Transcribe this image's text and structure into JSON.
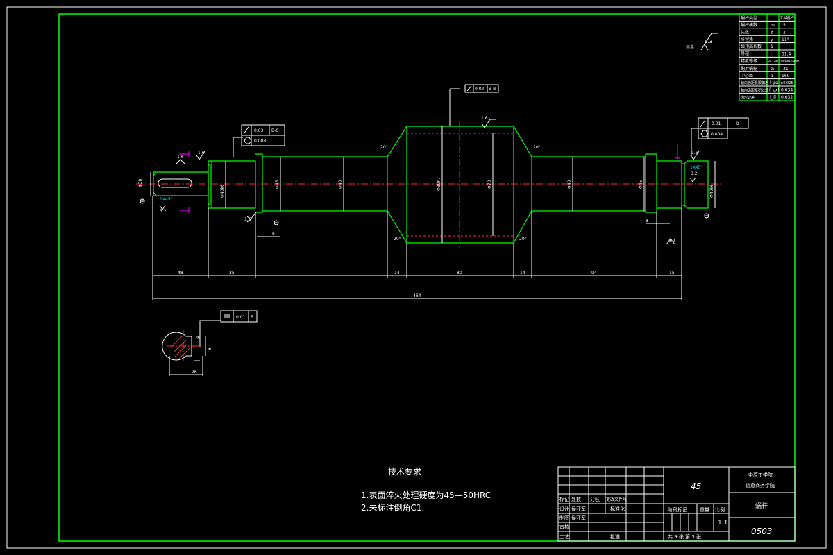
{
  "drawing": {
    "material": "45",
    "part_name": "蜗杆",
    "drawing_number": "0503",
    "school_line1": "中原工学院",
    "school_line2": "信息商务学院",
    "scale_value": "1:1",
    "sheets_label": "共 9 张   第 3 张"
  },
  "title_block": {
    "stage_mark": "阶段标记",
    "weight": "重量",
    "scale": "比例",
    "mark": "标记",
    "count": "处数",
    "zone": "分区",
    "change_doc": "更改文件号",
    "design": "设计",
    "designer": "侯亚军",
    "standardize": "标准化",
    "draw": "制图",
    "drawer": "侯亚军",
    "review": "审核",
    "process": "工艺",
    "approve": "批准"
  },
  "tech_requirements": {
    "title": "技术要求",
    "item1": "1.表面淬火处理硬度为45—50HRC",
    "item2": "2.未标注倒角C1."
  },
  "param_table": {
    "rows": [
      {
        "label": "蜗杆类型",
        "sym": "",
        "val": "ZA蜗杆"
      },
      {
        "label": "蜗杆模数",
        "sym": "m",
        "val": "5"
      },
      {
        "label": "头数",
        "sym": "z",
        "val": "2"
      },
      {
        "label": "导程角",
        "sym": "γ",
        "val": "11°"
      },
      {
        "label": "齿顶高系数",
        "sym": "",
        "val": "1"
      },
      {
        "label": "导程",
        "sym": "l",
        "val": "31.4"
      },
      {
        "label": "精度等级",
        "sym": "",
        "val": "8c GB/T10089-1988"
      },
      {
        "label": "配对蜗轮",
        "sym": "z₂",
        "val": "31"
      },
      {
        "label": "中心距",
        "sym": "a",
        "val": "160"
      },
      {
        "label": "轴向齿距极限偏差",
        "sym": "f_px",
        "val": "±0.025"
      },
      {
        "label": "轴向齿距累积公差",
        "sym": "f_pxl",
        "val": "0.034"
      },
      {
        "label": "齿形公差",
        "sym": "f_fl",
        "val": "0.032"
      }
    ]
  },
  "tolerances": {
    "top_runout": "0.02",
    "top_datum": "B-B",
    "left_runout": "0.03",
    "left_datum": "B-C",
    "left_cyl": "0.008",
    "right_runout": "0.01",
    "right_datum": "D",
    "right_cyl": "0.004",
    "key_sym": "0.01",
    "key_datum": "B"
  },
  "dimensions": {
    "d1": "48",
    "d2": "35",
    "d3": "14",
    "d4": "80",
    "d5": "14",
    "d6": "94",
    "d7": "15",
    "total": "464",
    "gap_left": "6",
    "gap_right": "8",
    "dia_end": "Φ30",
    "dia_left_brg": "Φ40k6",
    "dia_collar": "Φ45",
    "dia_left_shaft": "Φ40",
    "dia_worm": "Φ80h7",
    "dia_root": "Φ70",
    "dia_right_shaft": "Φ40",
    "dia_right_collar": "Φ45",
    "dia_right_brg": "Φ40k6",
    "chamfer_left": "1X45°",
    "chamfer_right": "1X45°",
    "angle_ll": "20°",
    "angle_lr": "20°",
    "angle_ul": "20°",
    "angle_ur": "20°",
    "key_depth": "8",
    "key_width": "8",
    "key_total": "26"
  },
  "roughness": {
    "other": "6.3",
    "other_note": "其余",
    "r1": "1.6",
    "r2": "1.6",
    "r3": "1.6",
    "r4": "1.6",
    "r5": "3.2",
    "r6": "3.2",
    "r7": "3.2",
    "r8": "1.6"
  }
}
